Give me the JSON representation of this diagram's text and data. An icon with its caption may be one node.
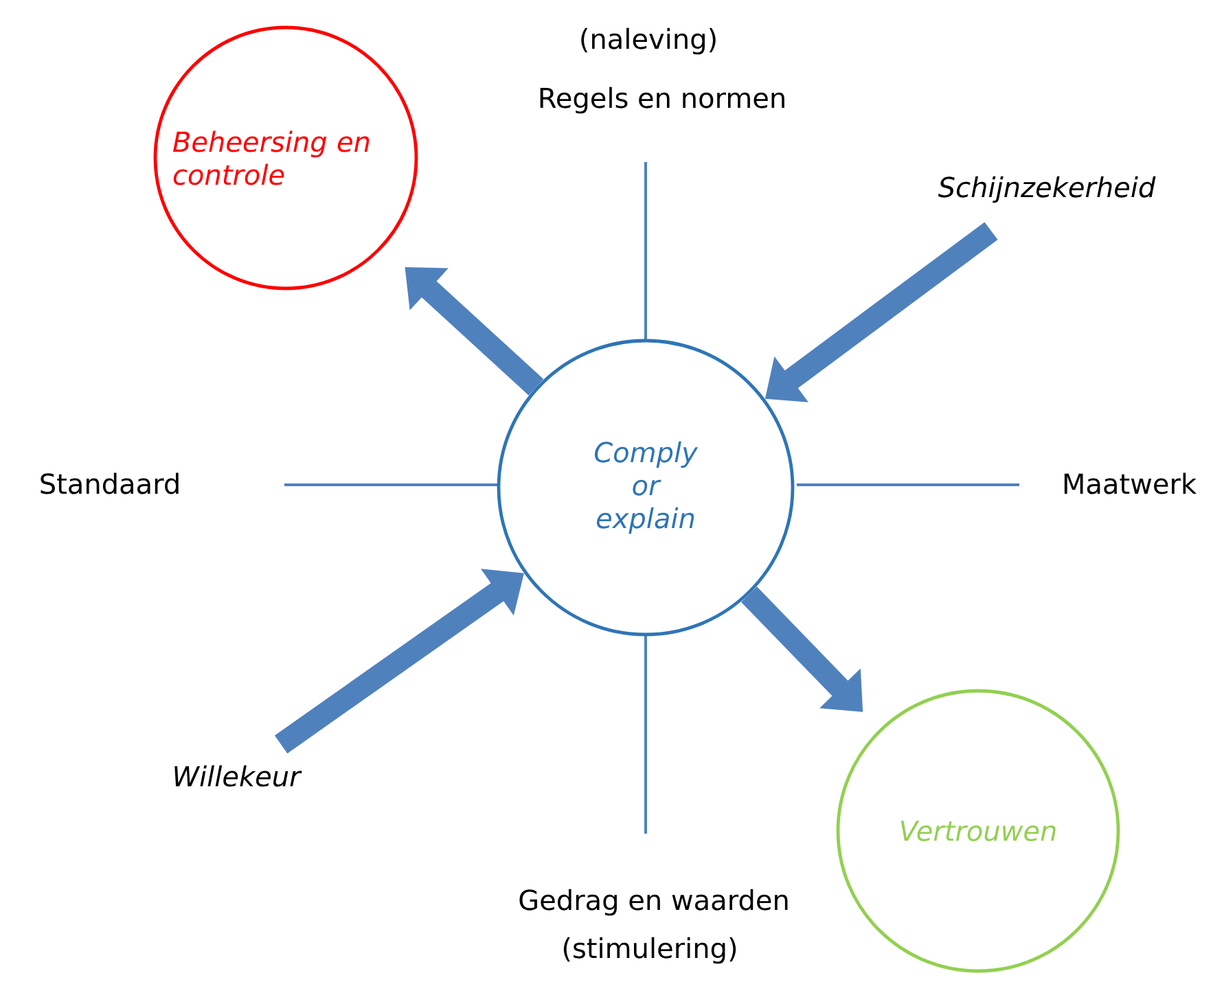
{
  "diagram": {
    "nodes": [
      {
        "text": [
          "Comply or explain"
        ]
      },
      {
        "text": [
          "Beheersing en controle"
        ]
      },
      {
        "text": [
          "Vertrouwen"
        ]
      },
      {
        "text": [
          "Schijnzekerheid"
        ]
      },
      {
        "text": [
          "Willekeur"
        ]
      }
    ],
    "edges": [
      {
        "from": 0,
        "to": 1,
        "arrow": "to"
      },
      {
        "from": 3,
        "to": 0,
        "arrow": "to"
      },
      {
        "from": 4,
        "to": 0,
        "arrow": "to"
      },
      {
        "from": 0,
        "to": 2,
        "arrow": "to"
      }
    ],
    "labels": [
      "(naleving)",
      "Regels en normen",
      "Standaard",
      "Maatwerk",
      "Gedrag en waarden",
      "(stimulering)"
    ]
  }
}
